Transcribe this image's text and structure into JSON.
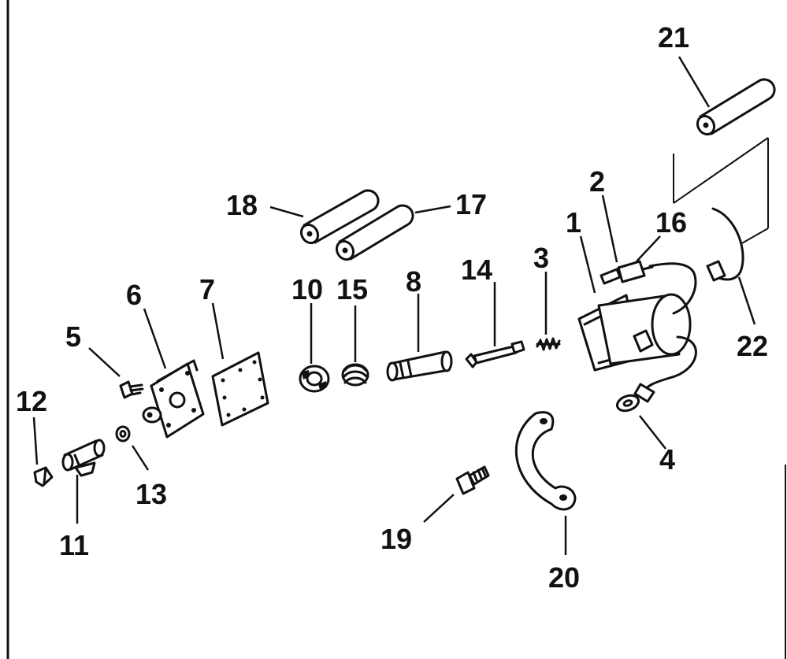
{
  "diagram": {
    "colors": {
      "ink": "#111111",
      "paper": "#ffffff"
    },
    "callouts": [
      {
        "id": "1",
        "label": "1"
      },
      {
        "id": "2",
        "label": "2"
      },
      {
        "id": "3",
        "label": "3"
      },
      {
        "id": "4",
        "label": "4"
      },
      {
        "id": "5",
        "label": "5"
      },
      {
        "id": "6",
        "label": "6"
      },
      {
        "id": "7",
        "label": "7"
      },
      {
        "id": "8",
        "label": "8"
      },
      {
        "id": "10",
        "label": "10"
      },
      {
        "id": "11",
        "label": "11"
      },
      {
        "id": "12",
        "label": "12"
      },
      {
        "id": "13",
        "label": "13"
      },
      {
        "id": "14",
        "label": "14"
      },
      {
        "id": "15",
        "label": "15"
      },
      {
        "id": "16",
        "label": "16"
      },
      {
        "id": "17",
        "label": "17"
      },
      {
        "id": "18",
        "label": "18"
      },
      {
        "id": "19",
        "label": "19"
      },
      {
        "id": "20",
        "label": "20"
      },
      {
        "id": "21",
        "label": "21"
      },
      {
        "id": "22",
        "label": "22"
      }
    ]
  }
}
